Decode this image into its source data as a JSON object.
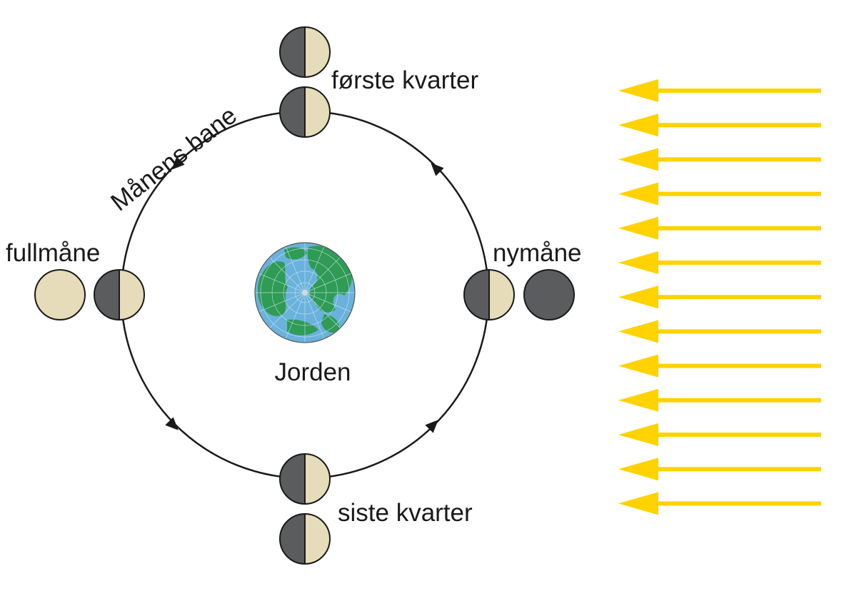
{
  "labels": {
    "orbit": "Månens bane",
    "first_quarter": "første kvarter",
    "full_moon": "fullmåne",
    "new_moon": "nymåne",
    "last_quarter": "siste kvarter",
    "earth": "Jorden"
  },
  "colors": {
    "moon_dark": "#5b5c5e",
    "moon_lit": "#e6dcba",
    "sun_rays": "#ffd200",
    "orbit_line": "#1a1a1a",
    "earth_ocean": "#6ab2dc",
    "earth_land": "#2f9b55"
  },
  "sun_ray_count": 13
}
